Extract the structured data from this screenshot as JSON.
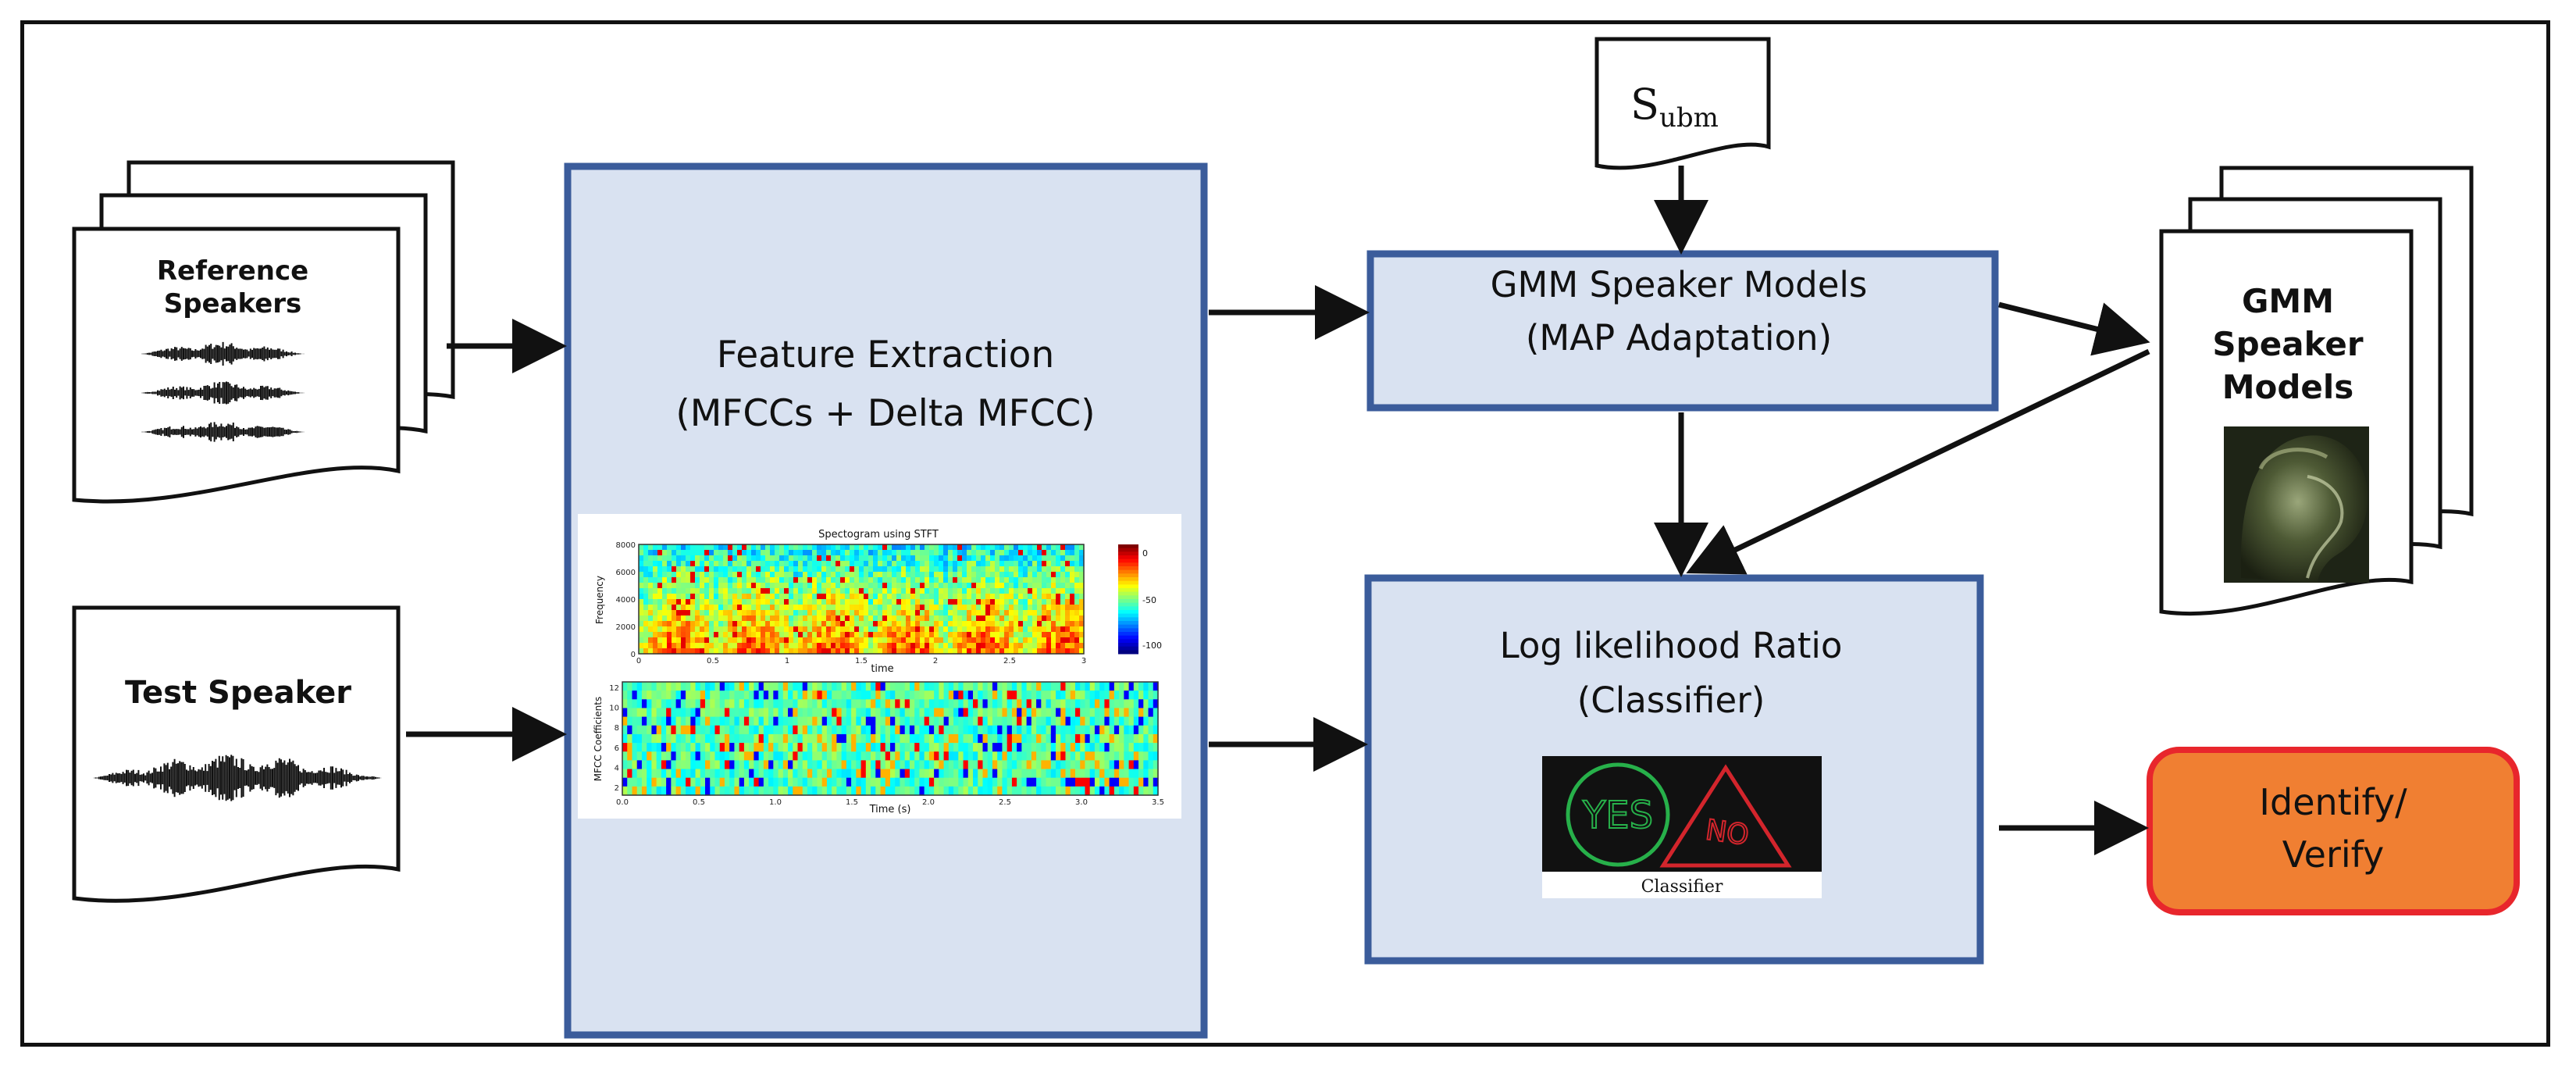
{
  "ref_doc": {
    "title_line1": "Reference",
    "title_line2": "Speakers"
  },
  "test_doc": {
    "title": "Test Speaker"
  },
  "feature_box": {
    "line1": "Feature Extraction",
    "line2": "(MFCCs + Delta MFCC)",
    "spectrogram": {
      "title": "Spectogram using STFT",
      "ylabel": "Frequency",
      "xlabel": "time",
      "yticks": [
        "8000",
        "6000",
        "4000",
        "2000",
        "0"
      ],
      "xticks": [
        "0",
        "0.5",
        "1",
        "1.5",
        "2",
        "2.5",
        "3"
      ],
      "colorbar_ticks": [
        "0",
        "-50",
        "-100"
      ]
    },
    "mfcc_plot": {
      "ylabel": "MFCC Coefficients",
      "xlabel": "Time (s)",
      "yticks": [
        "12",
        "10",
        "8",
        "6",
        "4",
        "2"
      ],
      "xticks": [
        "0.0",
        "0.5",
        "1.0",
        "1.5",
        "2.0",
        "2.5",
        "3.0",
        "3.5"
      ]
    }
  },
  "ubm": {
    "base": "S",
    "subscript": "ubm"
  },
  "gmm_box": {
    "line1": "GMM Speaker Models",
    "line2": "(MAP Adaptation)"
  },
  "llr_box": {
    "line1": "Log likelihood Ratio",
    "line2": "(Classifier)"
  },
  "classifier_image": {
    "yes": "YES",
    "no": "NO",
    "caption": "Classifier"
  },
  "gmm_doc": {
    "line1": "GMM",
    "line2": "Speaker",
    "line3": "Models"
  },
  "output_box": {
    "line1": "Identify/",
    "line2": "Verify"
  },
  "colors": {
    "box_fill": "#d9e2f1",
    "box_border": "#3b5c9b",
    "output_fill": "#f07f32",
    "output_border": "#e8262c",
    "classifier_bg": "#111111",
    "yes_green": "#27b04a",
    "no_red": "#d3252c"
  }
}
